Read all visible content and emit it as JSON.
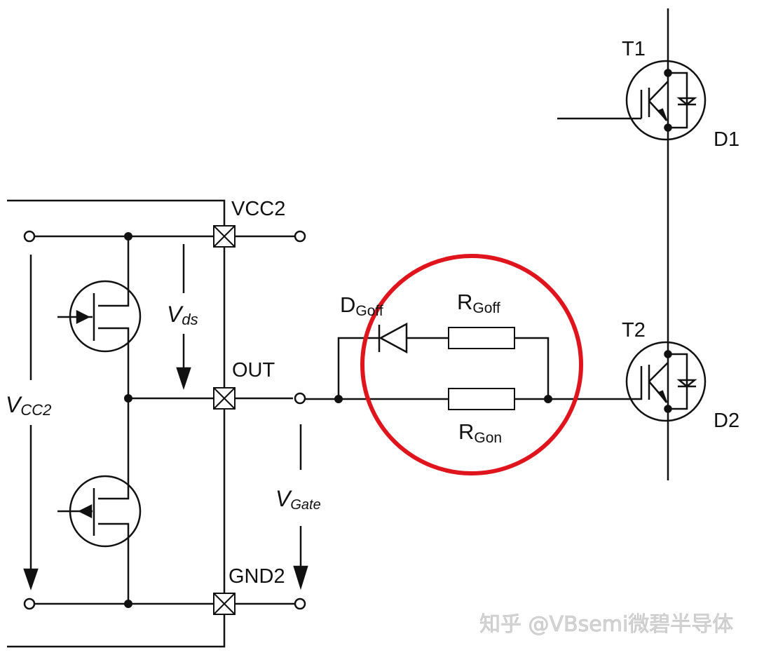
{
  "diagram": {
    "title": "Gate driver output stage with separate turn-on / turn-off gate resistors",
    "pins": {
      "vcc2": "VCC2",
      "out": "OUT",
      "gnd2": "GND2"
    },
    "voltages": {
      "vcc2": {
        "main": "V",
        "sub": "CC2"
      },
      "vds": {
        "main": "V",
        "sub": "ds"
      },
      "vgate": {
        "main": "V",
        "sub": "Gate"
      }
    },
    "components": {
      "diode": {
        "main": "D",
        "sub": "Goff"
      },
      "r_off": {
        "main": "R",
        "sub": "Goff"
      },
      "r_on": {
        "main": "R",
        "sub": "Gon"
      },
      "t1": "T1",
      "d1": "D1",
      "t2": "T2",
      "d2": "D2"
    },
    "highlight": {
      "color": "#e0141c",
      "target": "gate resistor network"
    },
    "wire_color": "#111111"
  },
  "watermark": "知乎 @VBsemi微碧半导体"
}
